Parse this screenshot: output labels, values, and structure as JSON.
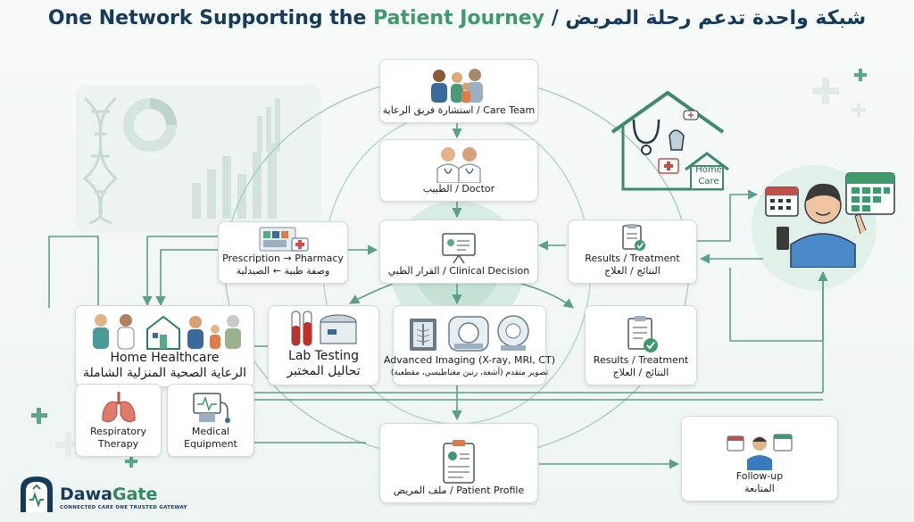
{
  "title": {
    "english": "One Network Supporting the",
    "accent": "Patient Journey",
    "separator": " / ",
    "arabic": "شبكة واحدة تدعم رحلة المريض"
  },
  "nodes": {
    "care_team": "استشارة فريق الرعاية / Care Team",
    "doctor": "الطبيب / Doctor",
    "prescription_en": "Prescription → Pharmacy",
    "prescription_ar": "وصفة طبية ← الصيدلية",
    "clinical_decision": "القرار الطبي / Clinical Decision",
    "results_top_en": "Results / Treatment",
    "results_top_ar": "النتائج / العلاج",
    "home_healthcare_en": "Home Healthcare",
    "home_healthcare_ar": "الرعاية الصحية المنزلية الشاملة",
    "respiratory_therapy": "Respiratory Therapy",
    "medical_equipment": "Medical Equipment",
    "lab_testing_en": "Lab Testing",
    "lab_testing_ar": "تحاليل المختبر",
    "imaging_en": "Advanced Imaging (X-ray, MRI, CT)",
    "imaging_ar": "تصوير متقدم (أشعة، رنين مغناطيسي، مقطعية)",
    "results_mid_en": "Results / Treatment",
    "results_mid_ar": "النتائج / العلاج",
    "patient_profile": "ملف المريض / Patient Profile",
    "follow_up_en": "Follow-up",
    "follow_up_ar": "المتابعة",
    "home_care_sign": "Home Care"
  },
  "brand": {
    "name_part1": "Dawa",
    "name_part2": "Gate",
    "tagline": "CONNECTED CARE ONE TRUSTED GATEWAY"
  },
  "colors": {
    "navy": "#163a5c",
    "green": "#3e9a6d",
    "line": "#5b9e8a",
    "card_border": "#cfdcd8"
  }
}
